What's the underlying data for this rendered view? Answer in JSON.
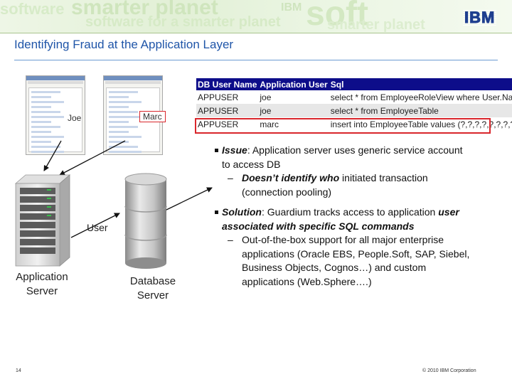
{
  "header": {
    "watermark_words": [
      "smarter planet",
      "software for a smarter planet",
      "soft",
      "smarter planet",
      "software",
      "IBM"
    ],
    "logo_text": "IBM",
    "accent_color": "#1f55a8"
  },
  "slide": {
    "title": "Identifying Fraud at the Application Layer",
    "users": {
      "joe": "Joe",
      "marc": "Marc"
    },
    "labels": {
      "user": "User",
      "app_server": [
        "Application",
        "Server"
      ],
      "database_server": [
        "Database",
        "Server"
      ]
    }
  },
  "sql_table": {
    "columns": [
      "DB User Name",
      "Application User",
      "Sql"
    ],
    "rows": [
      [
        "APPUSER",
        "joe",
        "select * from EmployeeRoleView where User.Name=?"
      ],
      [
        "APPUSER",
        "joe",
        "select * from EmployeeTable"
      ],
      [
        "APPUSER",
        "marc",
        "insert into EmployeeTable values (?,?,?,?,?,?,?,?)"
      ]
    ],
    "highlight_color": "#d9262c",
    "header_color": "#0d0d8a"
  },
  "bullets": {
    "issue": {
      "lead": "Issue",
      "text_line1": ": Application server uses generic service account",
      "text_line2": "to access DB",
      "sub_lead": "Doesn’t identify who",
      "sub_text_line1": " initiated transaction",
      "sub_text_line2": "(connection pooling)"
    },
    "solution": {
      "lead": "Solution",
      "text_a": ": Guardium tracks access to application ",
      "text_b": "user",
      "line2": "associated with specific SQL commands",
      "sub_lines": [
        "Out-of-the-box support for all major enterprise",
        "applications (Oracle EBS, People.Soft, SAP, Siebel,",
        "Business Objects, Cognos…) and custom",
        "applications (Web.Sphere….)"
      ]
    }
  },
  "footer": {
    "page": "14",
    "copyright": "© 2010 IBM Corporation"
  }
}
